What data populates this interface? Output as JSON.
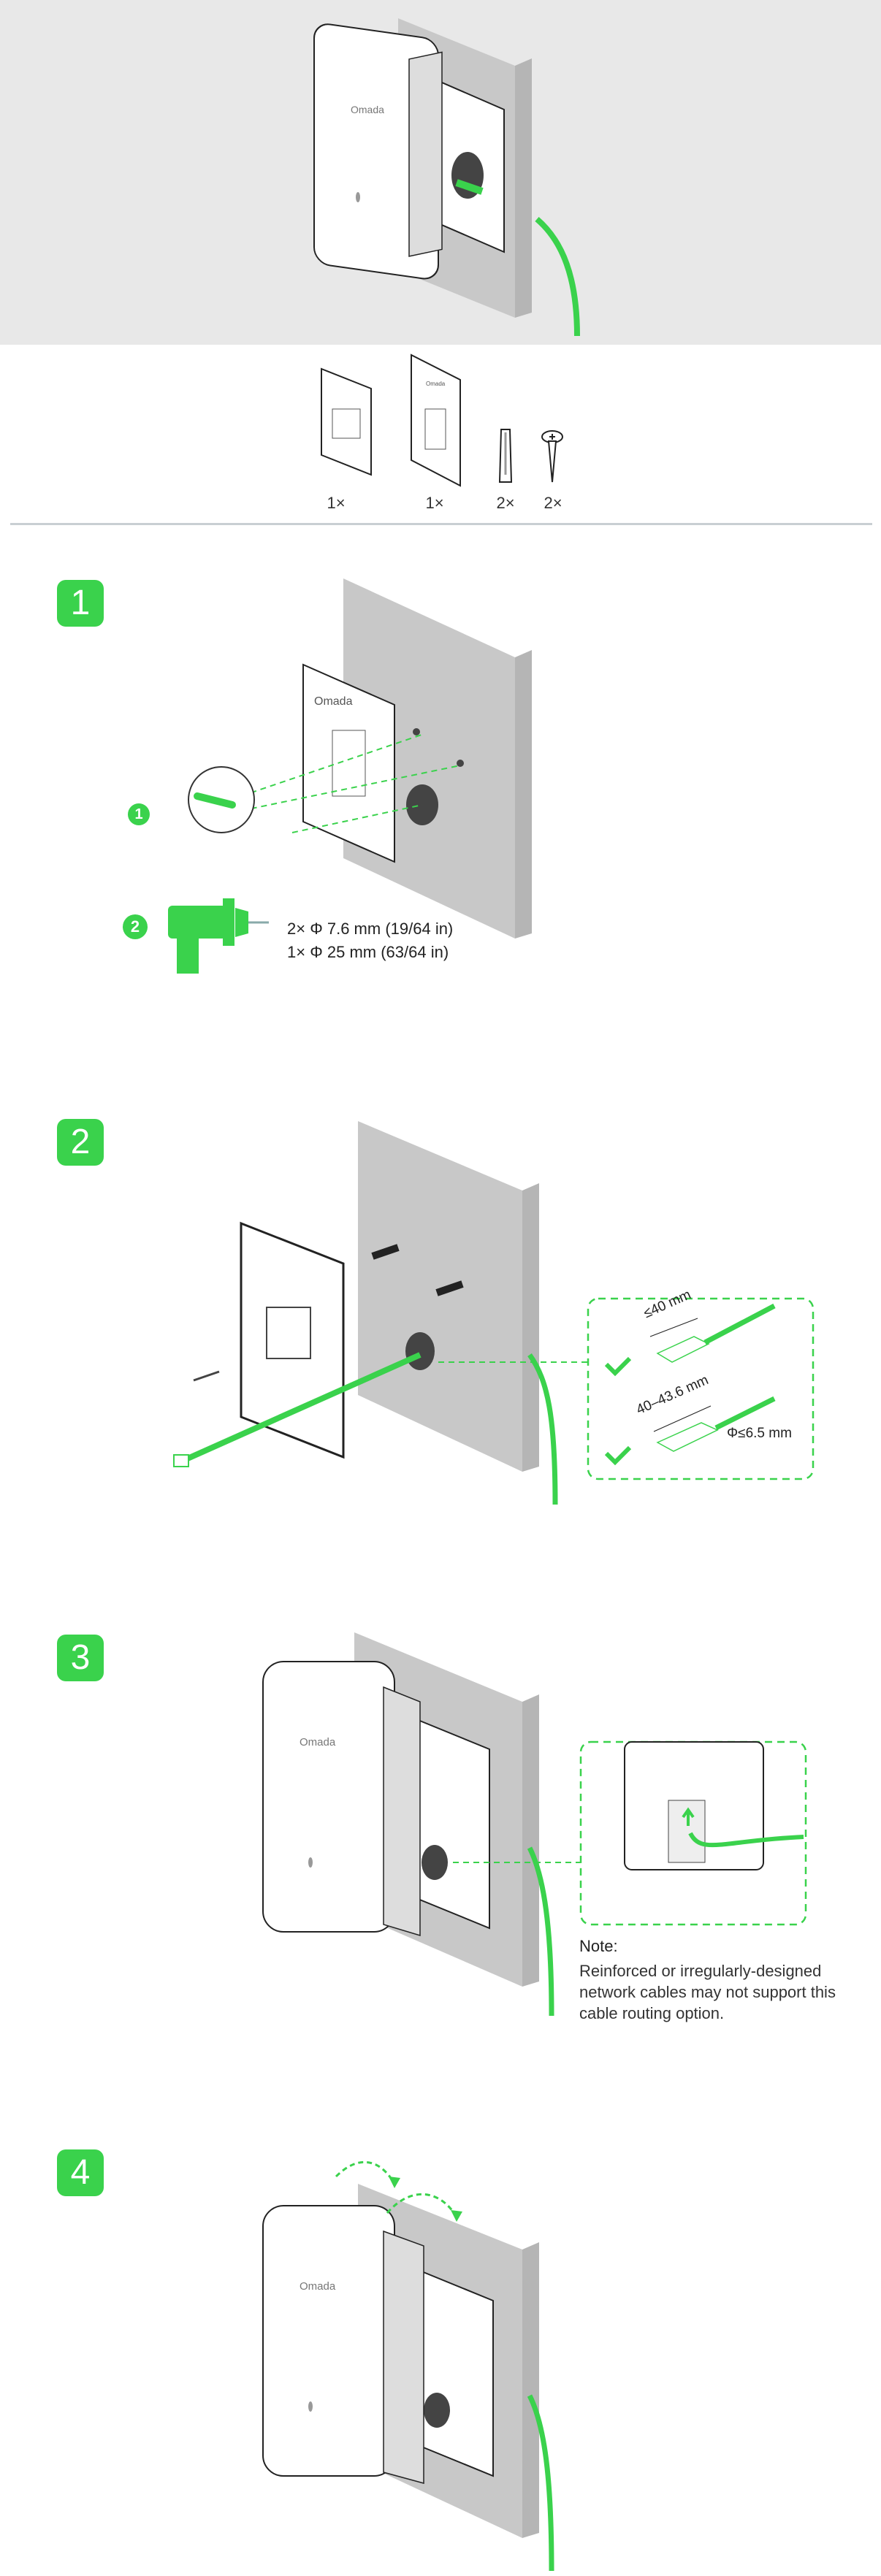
{
  "colors": {
    "accent": "#3ad24c",
    "wall": "#c8c8c8",
    "hero_bg": "#e8e8e8"
  },
  "hero": {
    "logo": "Omada"
  },
  "parts": [
    {
      "name": "mounting-bracket",
      "quantity": "1×"
    },
    {
      "name": "drilling-template",
      "quantity": "1×",
      "logo": "Omada"
    },
    {
      "name": "wall-anchor",
      "quantity": "2×"
    },
    {
      "name": "screw",
      "quantity": "2×"
    }
  ],
  "steps": [
    {
      "number": "1",
      "sub_steps": [
        "1",
        "2"
      ],
      "template_logo": "Omada",
      "drill_specs": [
        "2× Φ 7.6 mm (19/64 in)",
        "1× Φ 25 mm (63/64 in)"
      ]
    },
    {
      "number": "2",
      "cable_limits": {
        "plug_length_1": "≤40 mm",
        "plug_length_2": "40–43.6 mm",
        "cable_diameter": "Φ≤6.5 mm"
      }
    },
    {
      "number": "3",
      "device_logo": "Omada",
      "note_title": "Note:",
      "note_body": "Reinforced or irregularly-designed network cables may not support this cable routing option."
    },
    {
      "number": "4",
      "device_logo": "Omada"
    }
  ]
}
